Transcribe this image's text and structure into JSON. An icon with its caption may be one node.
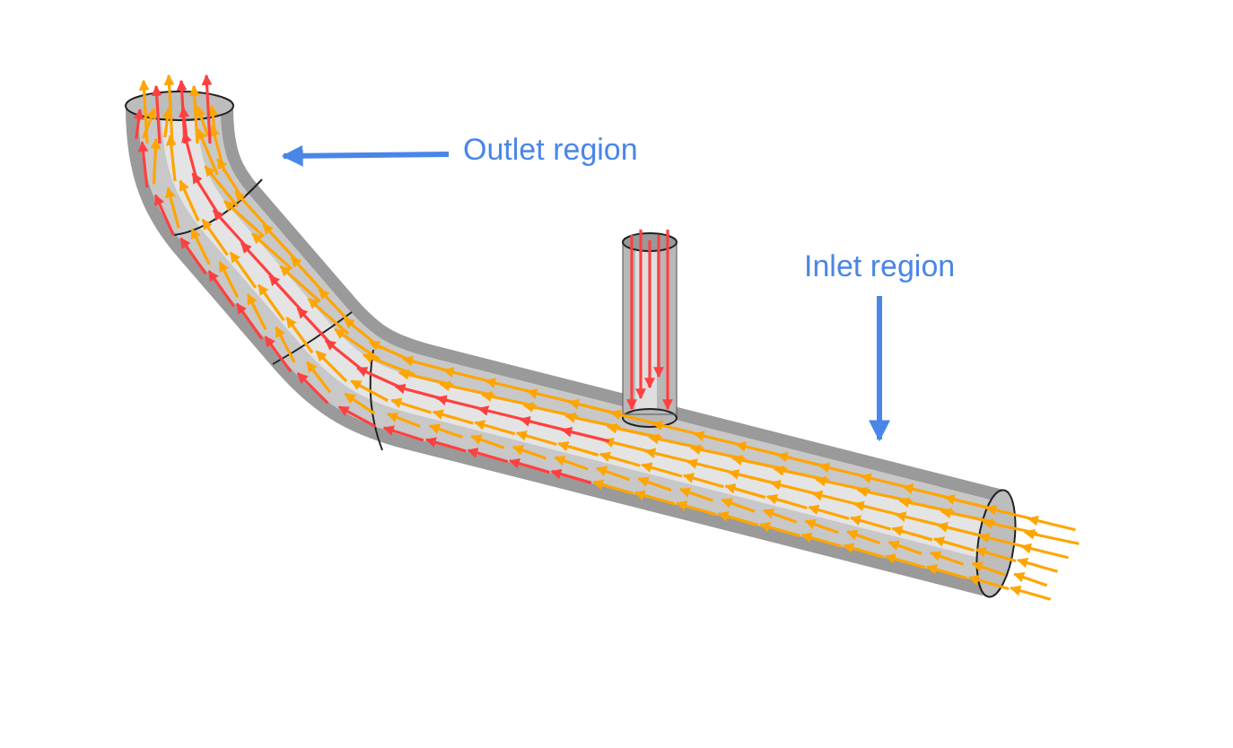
{
  "diagram": {
    "nodes": [
      {
        "text": [
          "Outlet region"
        ]
      },
      {
        "text": [
          "Inlet region"
        ]
      }
    ],
    "edges": [
      {
        "from": 0,
        "to": null,
        "arrow": "to"
      },
      {
        "from": 1,
        "to": null,
        "arrow": "to"
      }
    ]
  }
}
